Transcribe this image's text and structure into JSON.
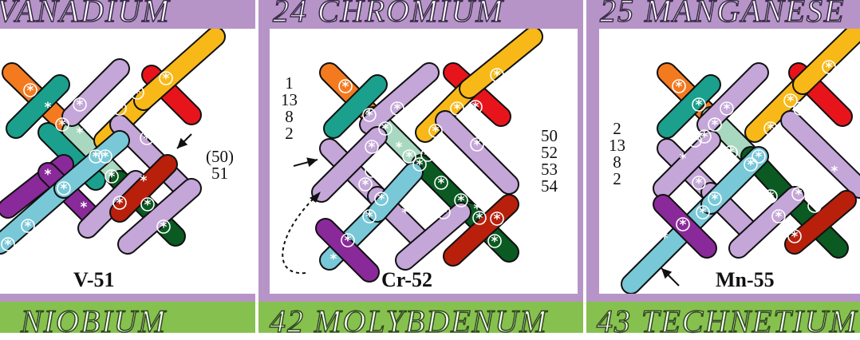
{
  "panels": [
    {
      "title": "VANADIUM",
      "isotope_label": "V-51",
      "right_numbers": [
        "(50)",
        "51"
      ]
    },
    {
      "title": "24  CHROMIUM",
      "isotope_label": "Cr-52",
      "left_numbers": [
        "1",
        "13",
        "8",
        "2"
      ],
      "right_numbers": [
        "50",
        "52",
        "53",
        "54"
      ]
    },
    {
      "title": "25  MANGANESE",
      "isotope_label": "Mn-55",
      "left_numbers": [
        "2",
        "13",
        "8",
        "2"
      ]
    }
  ],
  "bottom_titles": [
    "NIOBIUM",
    "42  MOLYBDENUM",
    "43  TECHNETIUM"
  ],
  "colors": {
    "purple_band": "#b694c8",
    "green_band": "#86c04e",
    "teal": "#1aa08c",
    "orange": "#f47a20",
    "lavender": "#c4a6d8",
    "red": "#e8141c",
    "yellow": "#f8b818",
    "mint": "#a8d8c0",
    "sky": "#78c8d8",
    "violet": "#8a2a9a",
    "dark_green": "#0a5a22",
    "brick": "#b8200c"
  }
}
